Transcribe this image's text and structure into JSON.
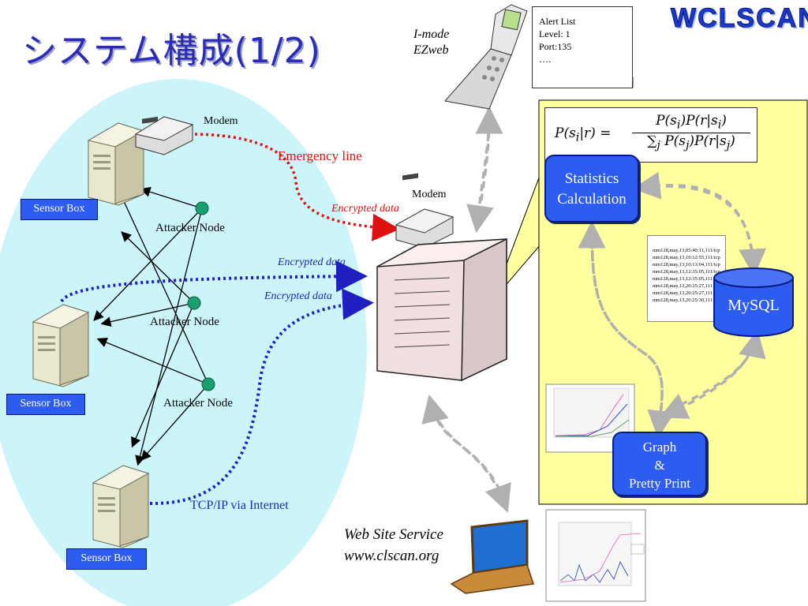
{
  "slide": {
    "title": "システム構成(1/2)",
    "logo": "WCLSCAN"
  },
  "mobile": {
    "service": "I-mode",
    "service2": "EZweb"
  },
  "alert_note": {
    "line1": "Alert List",
    "line2": "Level:  1",
    "line3": "Port:135",
    "line4": "…."
  },
  "network": {
    "modem_top": "Modem",
    "modem_server": "Modem",
    "emergency": "Emergency line",
    "encrypted_red": "Encrypted data",
    "encrypted_1": "Encrypted data",
    "encrypted_2": "Encrypted data",
    "tcpip": "TCP/IP via Internet",
    "sensor_boxes": [
      "Sensor Box",
      "Sensor Box",
      "Sensor Box"
    ],
    "attacker_nodes": [
      "Attacker Node",
      "Attacker Node",
      "Attacker Node"
    ]
  },
  "analysis": {
    "formula_lhs": "P(s",
    "formula_lhs_sub": "i",
    "formula_lhs_rest": "|r) =",
    "formula_num": "P(s",
    "formula_num_sub": "i",
    "formula_num_mid": ")P(r|s",
    "formula_num_sub2": "i",
    "formula_num_end": ")",
    "formula_den_sum": "∑",
    "formula_den_sub": "j",
    "formula_den": " P(s",
    "formula_den_sub2": "j",
    "formula_den_mid": ")P(r|s",
    "formula_den_sub3": "j",
    "formula_den_end": ")",
    "stats_line1": "Statistics",
    "stats_line2": "Calculation",
    "db": "MySQL",
    "graph_line1": "Graph",
    "graph_line2": "&",
    "graph_line3": "Pretty Print",
    "log_lines": [
      "mm128,may,13,05:40:11,111/tcp",
      "mm128,may,13,10:12:55,111/tcp",
      "mm128,may,13,10:13:04,111/tcp",
      "mm128,may,13,12:35:05,111/tcp",
      "mm128,may,13,12:35:05,111",
      "mm128,may,13,20:25:27,111",
      "mm128,may,13,20:25:27,111",
      "mm128,may,13,20:25:30,111"
    ]
  },
  "web": {
    "line1": "Web Site Service",
    "line2": "www.clscan.org"
  },
  "colors": {
    "cloud": "#ccf5fa",
    "panel": "#ffff9e",
    "accent_blue": "#2d5cf0",
    "dotted_blue": "#2020c0",
    "dotted_red": "#e01010",
    "gray_arrow": "#b0b0b0"
  }
}
